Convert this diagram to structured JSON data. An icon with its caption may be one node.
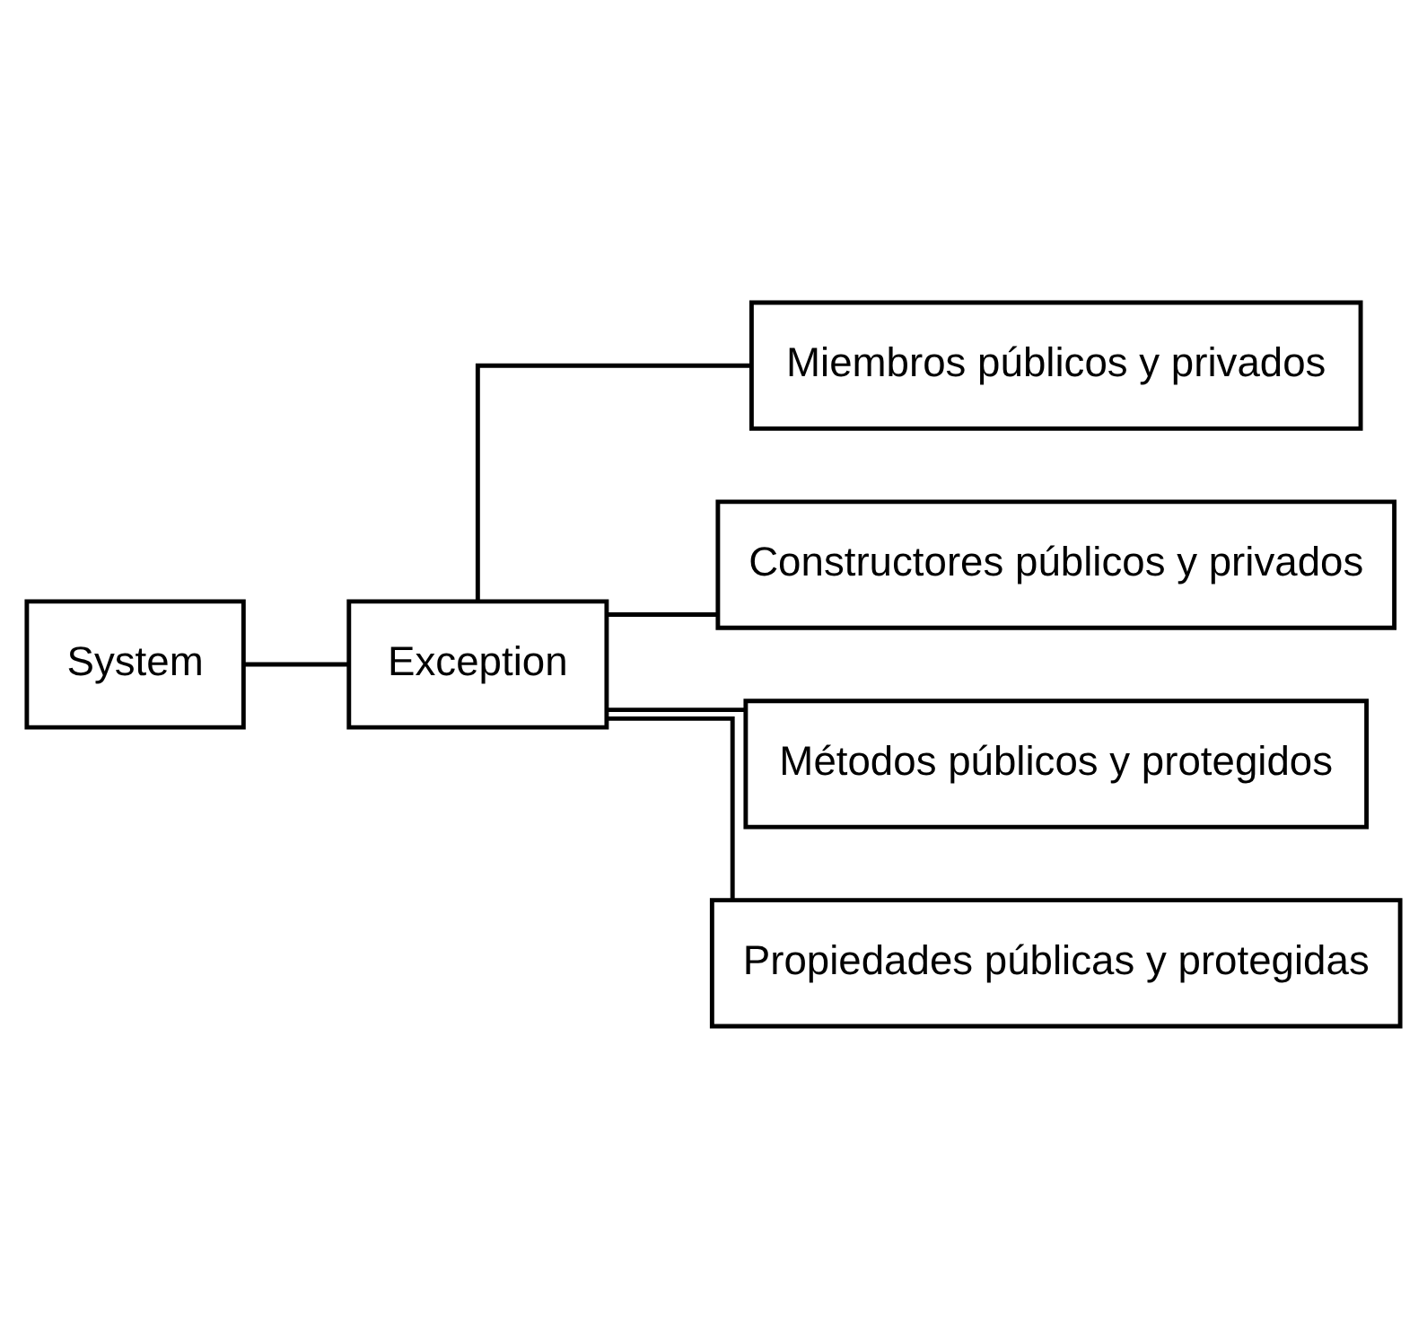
{
  "diagram": {
    "nodes": [
      {
        "text": [
          "System"
        ]
      },
      {
        "text": [
          "Exception"
        ]
      },
      {
        "text": [
          "Miembros públicos y privados"
        ]
      },
      {
        "text": [
          "Constructores públicos y privados"
        ]
      },
      {
        "text": [
          "Métodos públicos y protegidos"
        ]
      },
      {
        "text": [
          "Propiedades públicas y protegidas"
        ]
      }
    ],
    "edges": [
      {
        "from": 0,
        "to": 1,
        "arrow": "none"
      },
      {
        "from": 1,
        "to": 2,
        "arrow": "none"
      },
      {
        "from": 1,
        "to": 3,
        "arrow": "none"
      },
      {
        "from": 1,
        "to": 4,
        "arrow": "none"
      },
      {
        "from": 1,
        "to": 5,
        "arrow": "none"
      }
    ]
  }
}
